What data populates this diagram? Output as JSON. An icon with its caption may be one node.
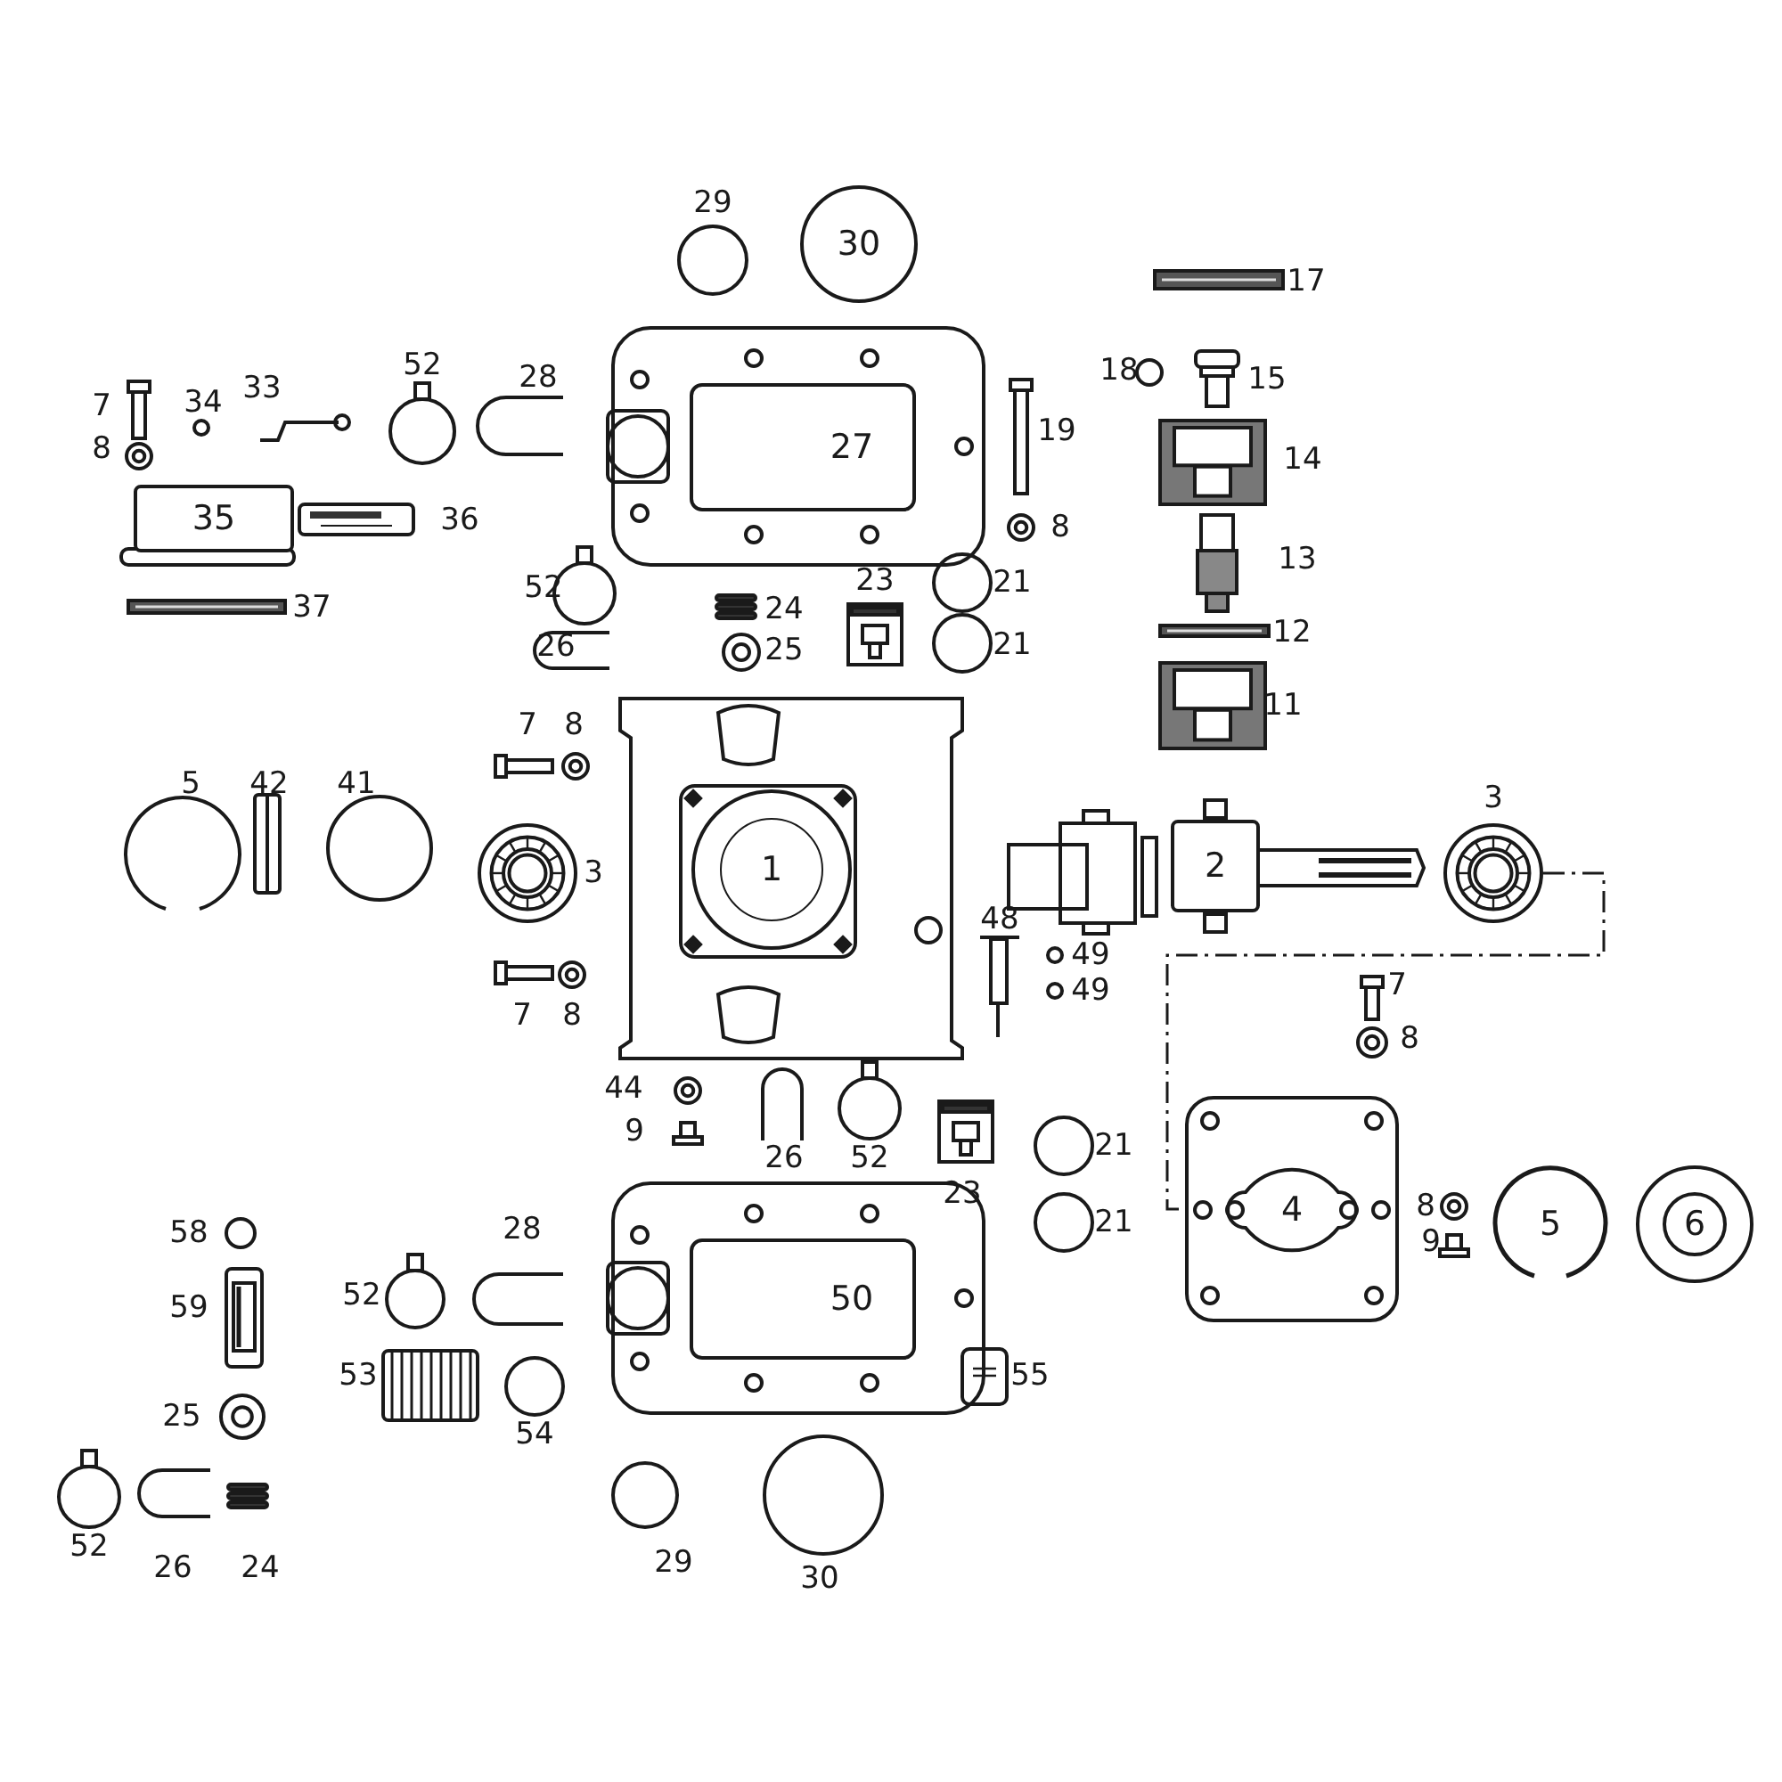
{
  "diagram": {
    "nodes": [
      {
        "text": [
          "30"
        ]
      },
      {
        "text": [
          "27"
        ]
      },
      {
        "text": [
          "35"
        ]
      },
      {
        "text": [
          "1"
        ]
      },
      {
        "text": [
          "2"
        ]
      },
      {
        "text": [],
        "shape": "picture",
        "beside": [
          "3"
        ]
      },
      {
        "text": [
          "4"
        ]
      },
      {
        "text": [
          "5"
        ]
      },
      {
        "text": [
          "6"
        ]
      },
      {
        "text": [
          "50"
        ]
      }
    ],
    "edges": [
      {
        "from": 5,
        "to": 6,
        "arrow": "none",
        "style": "dashed"
      }
    ],
    "labels": [
      "29",
      "17",
      "52",
      "28",
      "18",
      "15",
      "7",
      "34",
      "33",
      "19",
      "8",
      "14",
      "36",
      "8",
      "13",
      "52",
      "23",
      "21",
      "37",
      "24",
      "12",
      "26",
      "25",
      "21",
      "11",
      "7",
      "8",
      "5",
      "42",
      "41",
      "3",
      "48",
      "49",
      "49",
      "7",
      "7",
      "8",
      "8",
      "44",
      "9",
      "26",
      "52",
      "21",
      "23",
      "8",
      "58",
      "28",
      "21",
      "9",
      "59",
      "52",
      "53",
      "55",
      "25",
      "54",
      "52",
      "26",
      "24",
      "29",
      "30"
    ]
  }
}
